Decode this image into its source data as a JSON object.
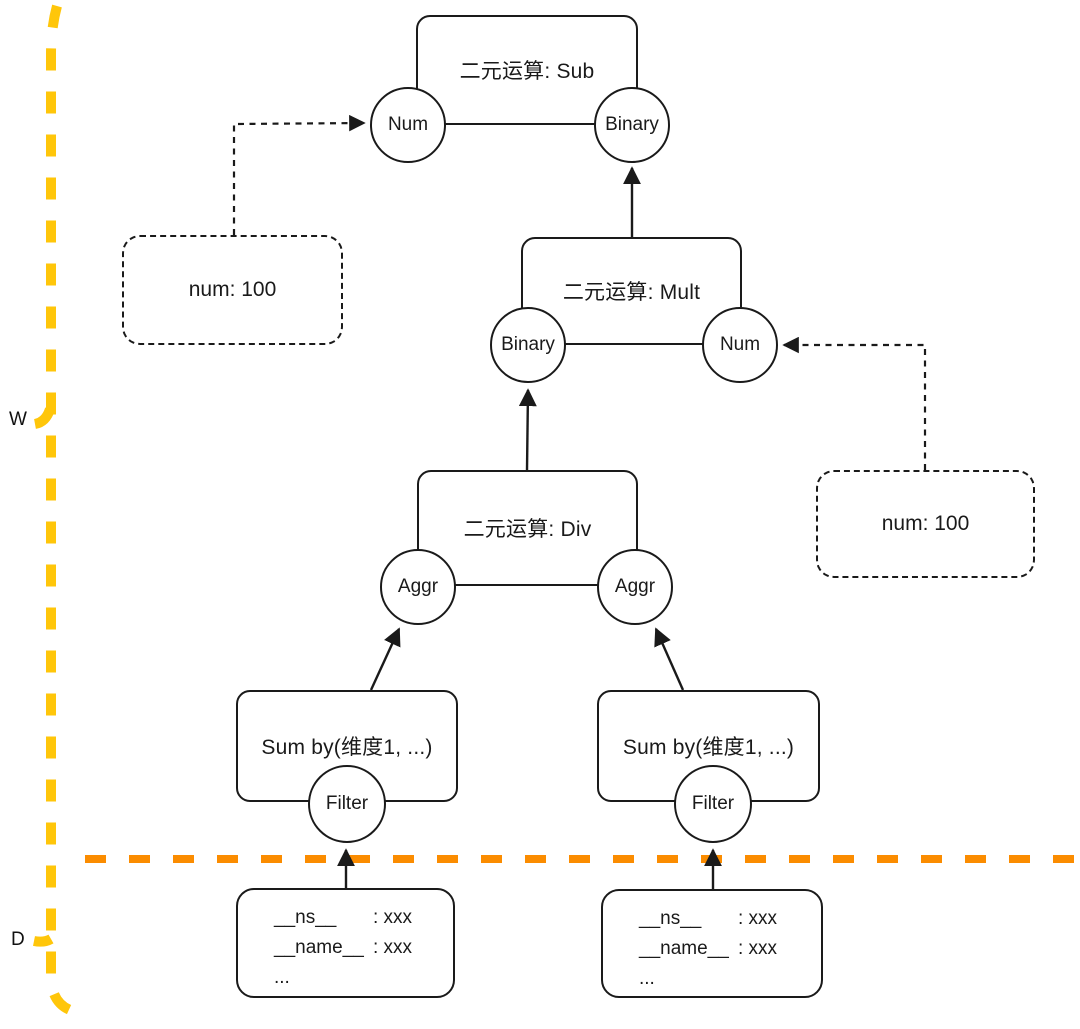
{
  "diagram": {
    "boundaries": {
      "w_label": "W",
      "d_label": "D",
      "colors": {
        "yellow": "#FFC60A",
        "orange": "#FB8C00",
        "stroke": "#1A1A1A"
      }
    },
    "op_sub": {
      "title": "二元运算: Sub",
      "left_node": "Num",
      "right_node": "Binary"
    },
    "op_mult": {
      "title": "二元运算: Mult",
      "left_node": "Binary",
      "right_node": "Num"
    },
    "op_div": {
      "title": "二元运算: Div",
      "left_node": "Aggr",
      "right_node": "Aggr"
    },
    "num_left": {
      "label": "num: 100"
    },
    "num_right": {
      "label": "num: 100"
    },
    "sum_left": {
      "title": "Sum by(维度1, ...)",
      "node": "Filter"
    },
    "sum_right": {
      "title": "Sum by(维度1, ...)",
      "node": "Filter"
    },
    "data_left": {
      "rows": [
        {
          "key": "__ns__",
          "value": ": xxx"
        },
        {
          "key": "__name__",
          "value": ": xxx"
        }
      ],
      "ellipsis": "..."
    },
    "data_right": {
      "rows": [
        {
          "key": "__ns__",
          "value": ": xxx"
        },
        {
          "key": "__name__",
          "value": ": xxx"
        }
      ],
      "ellipsis": "..."
    }
  }
}
